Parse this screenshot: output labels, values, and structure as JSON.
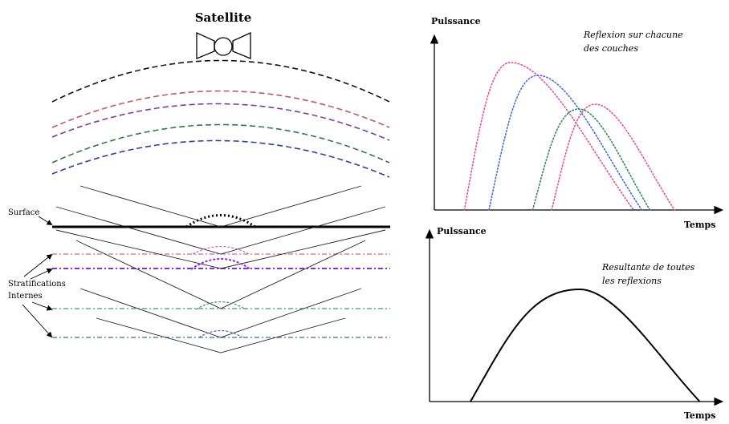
{
  "left_panel": {
    "title": "Satellite",
    "surface_label": "Surface",
    "strat_label_line1": "Stratifications",
    "strat_label_line2": "Internes",
    "colors": {
      "surface": "#000000",
      "layer1": "#e0529c",
      "layer2": "#8a2be2",
      "layer3": "#2e8b57",
      "layer4": "#4169e1",
      "wave_black": "#111111"
    }
  },
  "top_chart": {
    "ylabel": "Pulssance",
    "xlabel": "Temps",
    "annotation_line1": "Reflexion sur chacune",
    "annotation_line2": "des couches"
  },
  "bottom_chart": {
    "ylabel": "Pulssance",
    "xlabel": "Temps",
    "annotation_line1": "Resultante de toutes",
    "annotation_line2": "les reflexions"
  },
  "chart_data": [
    {
      "type": "line",
      "title": "",
      "xlabel": "Temps",
      "ylabel": "Pulssance",
      "annotation": "Reflexion sur chacune des couches",
      "x_ticks": [],
      "y_ticks": [],
      "series": [
        {
          "color": "#e0529c",
          "start": 0.11,
          "peak_x": 0.28,
          "peak_y": 0.92,
          "end": 0.73
        },
        {
          "color": "#4169e1",
          "start": 0.2,
          "peak_x": 0.38,
          "peak_y": 0.84,
          "end": 0.76
        },
        {
          "color": "#2e8b57",
          "start": 0.36,
          "peak_x": 0.53,
          "peak_y": 0.63,
          "end": 0.79
        },
        {
          "color": "#e0529c",
          "start": 0.43,
          "peak_x": 0.59,
          "peak_y": 0.66,
          "end": 0.88
        }
      ]
    },
    {
      "type": "line",
      "title": "",
      "xlabel": "Temps",
      "ylabel": "Pulssance",
      "annotation": "Resultante de toutes les reflexions",
      "x_ticks": [],
      "y_ticks": [],
      "series": [
        {
          "color": "#000000",
          "start": 0.15,
          "peak_x": 0.55,
          "peak_y": 0.7,
          "end": 0.99
        }
      ]
    }
  ]
}
